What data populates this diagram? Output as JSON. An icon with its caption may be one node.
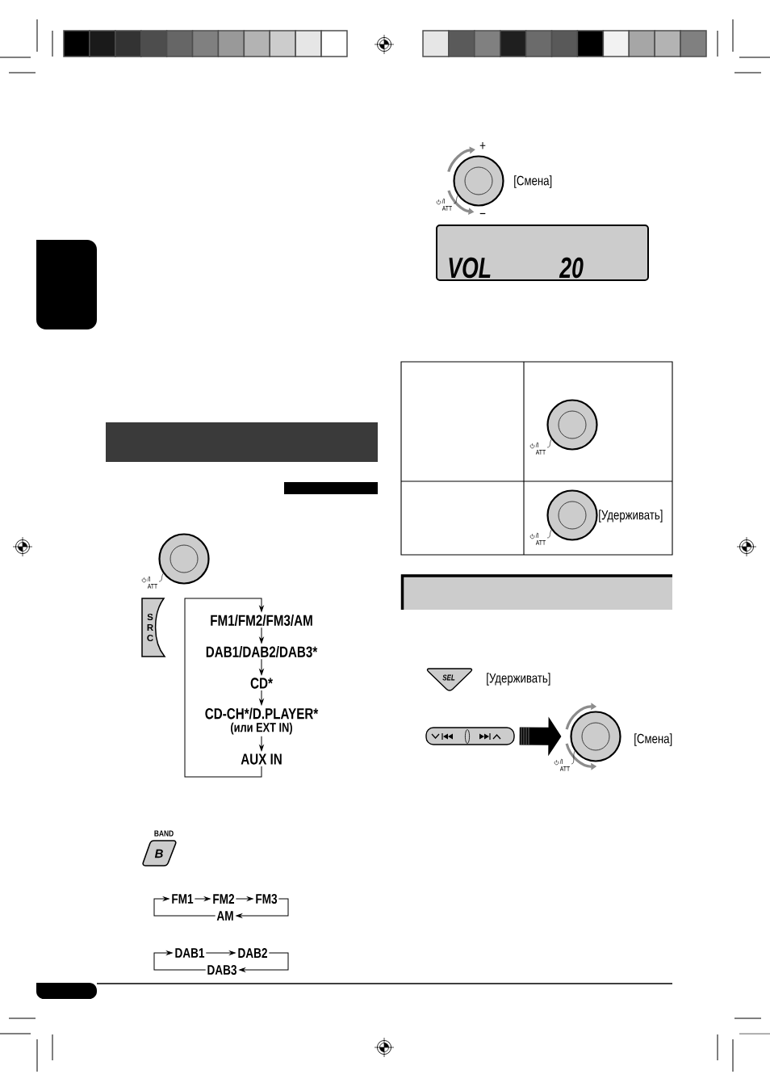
{
  "diagram": {
    "nodes": [
      {
        "text": [],
        "shape": "circle"
      },
      {
        "text": [
          "/I ATT"
        ]
      },
      {
        "text": [
          "S R C"
        ]
      },
      {
        "text": [
          "FM1/FM2/FM3/AM"
        ]
      },
      {
        "text": [
          "DAB1/DAB2/DAB3*"
        ]
      },
      {
        "text": [
          "CD*"
        ]
      },
      {
        "text": [
          "CD-CH*/D.PLAYER*",
          "(или EXT IN)"
        ]
      },
      {
        "text": [
          "AUX IN"
        ]
      },
      {
        "text": [
          "BAND",
          "B"
        ]
      },
      {
        "text": [
          "FM1"
        ]
      },
      {
        "text": [
          "FM2"
        ]
      },
      {
        "text": [
          "FM3"
        ]
      },
      {
        "text": [
          "AM"
        ]
      },
      {
        "text": [
          "DAB1"
        ]
      },
      {
        "text": [
          "DAB2"
        ]
      },
      {
        "text": [
          "DAB3"
        ]
      },
      {
        "text": [],
        "shape": "circle",
        "beside": [
          "+",
          "[Смена]",
          "−"
        ]
      },
      {
        "text": [
          "/I ATT"
        ]
      },
      {
        "text": [
          "VOL",
          "20"
        ]
      },
      {
        "text": [],
        "shape": "circle"
      },
      {
        "text": [
          "/I ATT"
        ]
      },
      {
        "text": [],
        "shape": "circle",
        "beside": [
          "[Удерживать]"
        ]
      },
      {
        "text": [
          "/I ATT"
        ]
      },
      {
        "text": [
          "SEL"
        ],
        "beside": [
          "[Удерживать]"
        ]
      },
      {
        "text": [],
        "shape": "button"
      },
      {
        "text": [],
        "shape": "circle",
        "beside": [
          "[Смена]"
        ]
      },
      {
        "text": [
          "/I ATT"
        ]
      },
      {
        "text": [],
        "shape": "box"
      },
      {
        "text": [],
        "shape": "bar"
      },
      {
        "text": [],
        "shape": "bar"
      },
      {
        "text": [],
        "shape": "bar"
      }
    ],
    "edges": [
      {
        "from": 1,
        "to": 0,
        "arrow": "none"
      },
      {
        "from": 3,
        "to": 4,
        "arrow": "to"
      },
      {
        "from": 4,
        "to": 5,
        "arrow": "to"
      },
      {
        "from": 5,
        "to": 6,
        "arrow": "to"
      },
      {
        "from": 6,
        "to": 7,
        "arrow": "to"
      },
      {
        "from": 7,
        "to": 3,
        "arrow": "to"
      },
      {
        "from": 9,
        "to": 10,
        "arrow": "to"
      },
      {
        "from": 10,
        "to": 11,
        "arrow": "to"
      },
      {
        "from": 11,
        "to": 12,
        "arrow": "to"
      },
      {
        "from": 12,
        "to": 9,
        "arrow": "to"
      },
      {
        "from": 13,
        "to": 14,
        "arrow": "to"
      },
      {
        "from": 14,
        "to": 15,
        "arrow": "to"
      },
      {
        "from": 15,
        "to": 13,
        "arrow": "to"
      },
      {
        "from": 17,
        "to": 16,
        "arrow": "none"
      },
      {
        "from": 20,
        "to": 19,
        "arrow": "none"
      },
      {
        "from": 22,
        "to": 21,
        "arrow": "none"
      },
      {
        "from": 24,
        "to": 25,
        "arrow": "to",
        "style": "thick"
      },
      {
        "from": 26,
        "to": 25,
        "arrow": "none"
      }
    ]
  }
}
